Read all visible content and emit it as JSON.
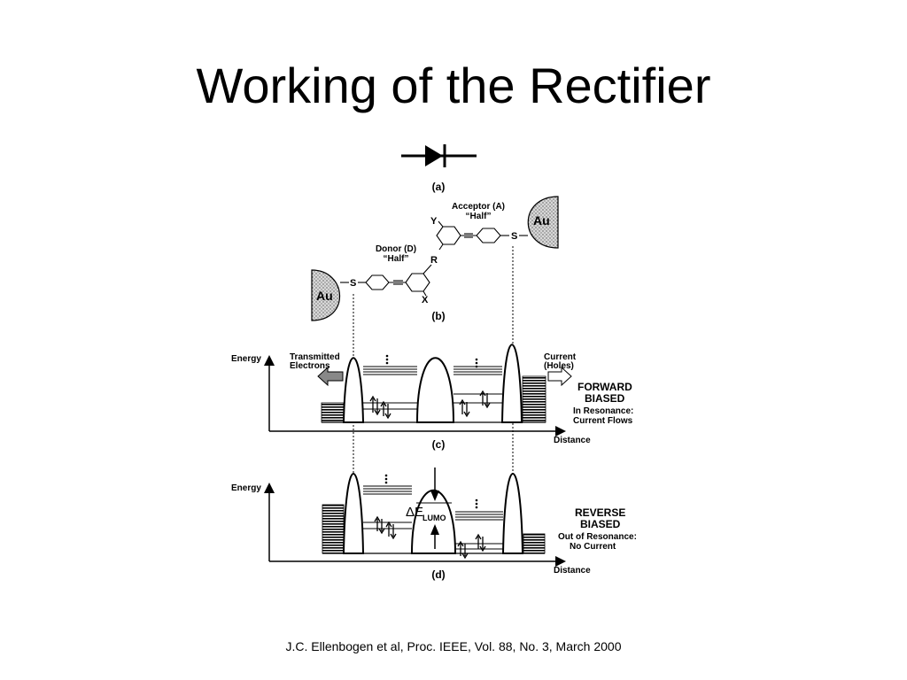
{
  "slide": {
    "title": "Working of the Rectifier",
    "citation": "J.C. Ellenbogen et al, Proc. IEEE, Vol. 88, No. 3, March 2000"
  },
  "figure": {
    "panel_a": {
      "label": "(a)"
    },
    "panel_b": {
      "label": "(b)",
      "electrode_label": "Au",
      "acceptor_line1": "Acceptor (A)",
      "acceptor_line2": "“Half”",
      "donor_line1": "Donor (D)",
      "donor_line2": "“Half”",
      "atom_s": "S",
      "atom_y": "Y",
      "atom_r": "R",
      "atom_x": "X"
    },
    "panel_c": {
      "label": "(c)",
      "y_axis": "Energy",
      "x_axis": "Distance",
      "left_note_line1": "Transmitted",
      "left_note_line2": "Electrons",
      "right_note_line1": "Current",
      "right_note_line2": "(Holes)",
      "state_line1": "FORWARD",
      "state_line2": "BIASED",
      "detail_line1": "In Resonance:",
      "detail_line2": "Current Flows"
    },
    "panel_d": {
      "label": "(d)",
      "y_axis": "Energy",
      "x_axis": "Distance",
      "delta_symbol": "ΔE",
      "delta_subscript": "LUMO",
      "state_line1": "REVERSE",
      "state_line2": "BIASED",
      "detail_line1": "Out of Resonance:",
      "detail_line2": "No Current"
    }
  }
}
